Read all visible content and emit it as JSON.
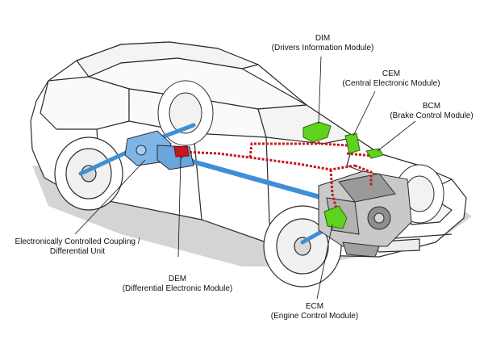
{
  "labels": {
    "dim": {
      "line1": "DIM",
      "line2": "(Drivers Information Module)"
    },
    "cem": {
      "line1": "CEM",
      "line2": "(Central Electronic Module)"
    },
    "bcm": {
      "line1": "BCM",
      "line2": "(Brake Control Module)"
    },
    "coupling": {
      "line1": "Electronically Controlled Coupling /",
      "line2": "Differential Unit"
    },
    "dem": {
      "line1": "DEM",
      "line2": "(Differential Electronic Module)"
    },
    "ecm": {
      "line1": "ECM",
      "line2": "(Engine Control Module)"
    }
  },
  "colors": {
    "module_green": "#5fd11f",
    "driveline_blue": "#3f8fd6",
    "network_red": "#c8171d",
    "car_outline": "#2b2b2b",
    "ground_shadow": "#c9c9c9"
  },
  "icons": [
    "car-body",
    "front-wheel",
    "rear-wheel",
    "engine-block",
    "rear-differential"
  ]
}
